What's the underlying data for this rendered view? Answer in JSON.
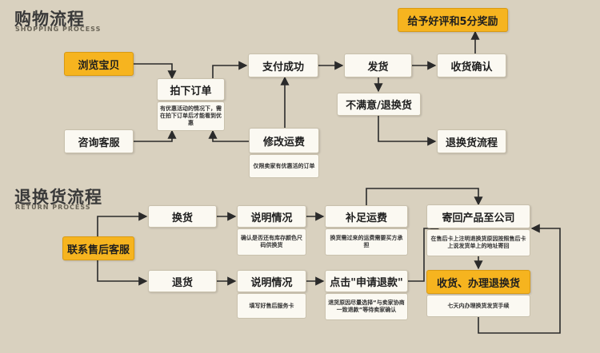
{
  "shopping": {
    "title": "购物流程",
    "subtitle": "SHOPPING PROCESS",
    "browse": "浏览宝贝",
    "consult": "咨询客服",
    "order": "拍下订单",
    "order_note": "有优惠活动的情况下，需在拍下订单后才能看到优惠",
    "paid": "支付成功",
    "modify_fee": "修改运费",
    "modify_note": "仅限卖家有优惠活的订单",
    "ship": "发货",
    "confirm": "收货确认",
    "review": "给予好评和5分奖励",
    "unhappy": "不满意/退换货",
    "return_flow": "退换货流程"
  },
  "returns": {
    "title": "退换货流程",
    "subtitle": "RETURN PROCESS",
    "service": "联系售后客服",
    "exchange": "换货",
    "refund": "退货",
    "explain_1": "说明情况",
    "explain_1_note": "确认是否还有库存颜色尺码供换货",
    "explain_2": "说明情况",
    "explain_2_note": "填写好售后服务卡",
    "supplement": "补足运费",
    "supplement_note": "换货需过来的运费需要买方承担",
    "apply_refund": "点击\"申请退款\"",
    "apply_note": "退货原因尽量选择“与卖家协商一致退款”等待卖家确认",
    "send_back": "寄回产品至公司",
    "send_back_note": "在售后卡上注明退换货原因按照售后卡上说发货单上的地址寄回",
    "receive": "收货、办理退换货",
    "receive_note": "七天内办理换货发货手续"
  }
}
